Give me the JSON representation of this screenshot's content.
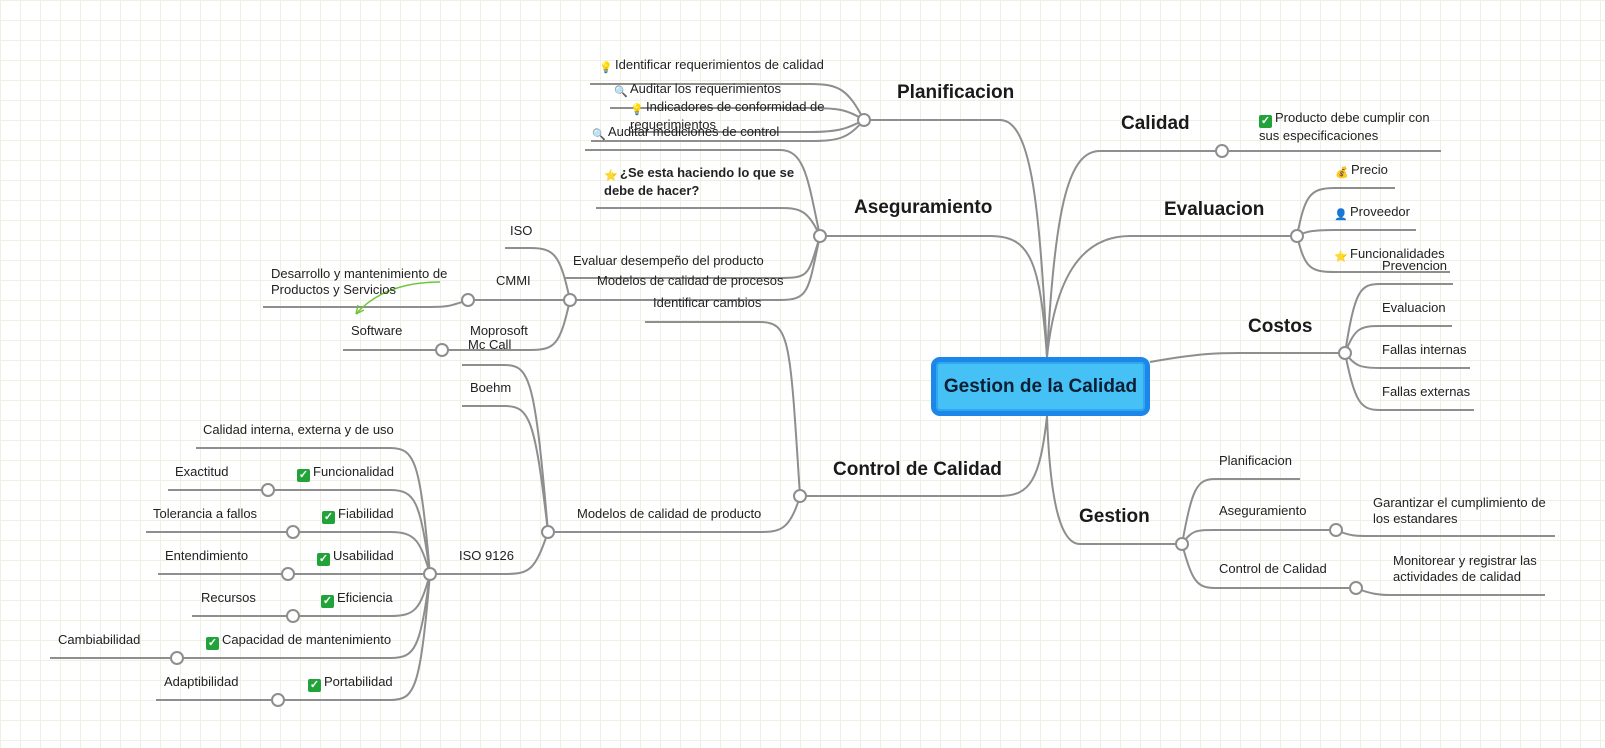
{
  "root": "Gestion de la Calidad",
  "branches": {
    "planificacion": {
      "title": "Planificacion",
      "items": [
        "Identificar requerimientos de calidad",
        "Auditar los requerimientos",
        "Indicadores de conformidad de requerimientos",
        "Auditar mediciones de control"
      ]
    },
    "aseguramiento": {
      "title": "Aseguramiento",
      "question": "¿Se esta haciendo lo que se debe de hacer?",
      "evaluar": "Evaluar desempeño del producto",
      "modelos_procesos": "Modelos de calidad de procesos",
      "iso": "ISO",
      "cmmi": "CMMI",
      "desarrollo": "Desarrollo y mantenimiento de Productos y Servicios",
      "moprosoft": "Moprosoft",
      "software": "Software"
    },
    "control": {
      "title": "Control de Calidad",
      "identificar": "Identificar cambios",
      "modelos_producto": "Modelos de calidad de producto",
      "mccall": "Mc Call",
      "boehm": "Boehm",
      "iso9126": "ISO 9126",
      "calidad_interna": "Calidad interna, externa y de uso",
      "characteristics": [
        {
          "name": "Funcionalidad",
          "sub": "Exactitud"
        },
        {
          "name": "Fiabilidad",
          "sub": "Tolerancia a fallos"
        },
        {
          "name": "Usabilidad",
          "sub": "Entendimiento"
        },
        {
          "name": "Eficiencia",
          "sub": "Recursos"
        },
        {
          "name": "Capacidad de mantenimiento",
          "sub": "Cambiabilidad"
        },
        {
          "name": "Portabilidad",
          "sub": "Adaptibilidad"
        }
      ]
    },
    "calidad": {
      "title": "Calidad",
      "item": "Producto debe cumplir con sus especificaciones"
    },
    "evaluacion": {
      "title": "Evaluacion",
      "items": [
        "Precio",
        "Proveedor",
        "Funcionalidades"
      ]
    },
    "costos": {
      "title": "Costos",
      "items": [
        "Prevencion",
        "Evaluacion",
        "Fallas internas",
        "Fallas externas"
      ]
    },
    "gestion": {
      "title": "Gestion",
      "planificacion": "Planificacion",
      "aseguramiento": "Aseguramiento",
      "aseguramiento_detail": "Garantizar el cumplimiento de los estandares",
      "control": "Control de Calidad",
      "control_detail": "Monitorear y registrar las actividades de calidad"
    }
  },
  "colors": {
    "root_fill": "#45c1f5",
    "root_border": "#1c87e8",
    "connector": "#8e8e8e",
    "relationship_arrow": "#6fc43a",
    "check_icon": "#22a33a"
  }
}
